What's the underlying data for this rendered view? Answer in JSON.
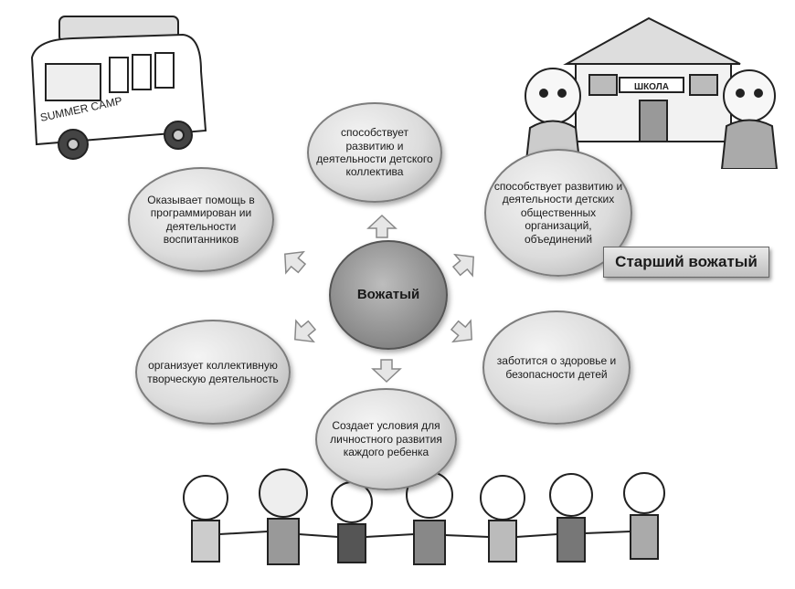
{
  "diagram": {
    "center": "Вожатый",
    "title": "Старший вожатый",
    "nodes": {
      "top": "способствует развитию и деятельности детского коллектива",
      "upper_left": "Оказывает помощь в программирован ии деятельности воспитанников",
      "upper_right": "способствует развитию и деятельности детских общественных организаций, объединений",
      "lower_left": "организует коллективную творческую деятельность",
      "lower_right": "заботится о здоровье и безопасности детей",
      "bottom": "Создает условия для личностного развития каждого ребенка"
    }
  },
  "illustrations": {
    "bus_sign": "SUMMER CAMP",
    "school_sign": "ШКОЛА"
  },
  "colors": {
    "node_fill": "#dcdcdc",
    "node_border": "#7d7d7d",
    "center_fill": "#8e8e8e"
  }
}
